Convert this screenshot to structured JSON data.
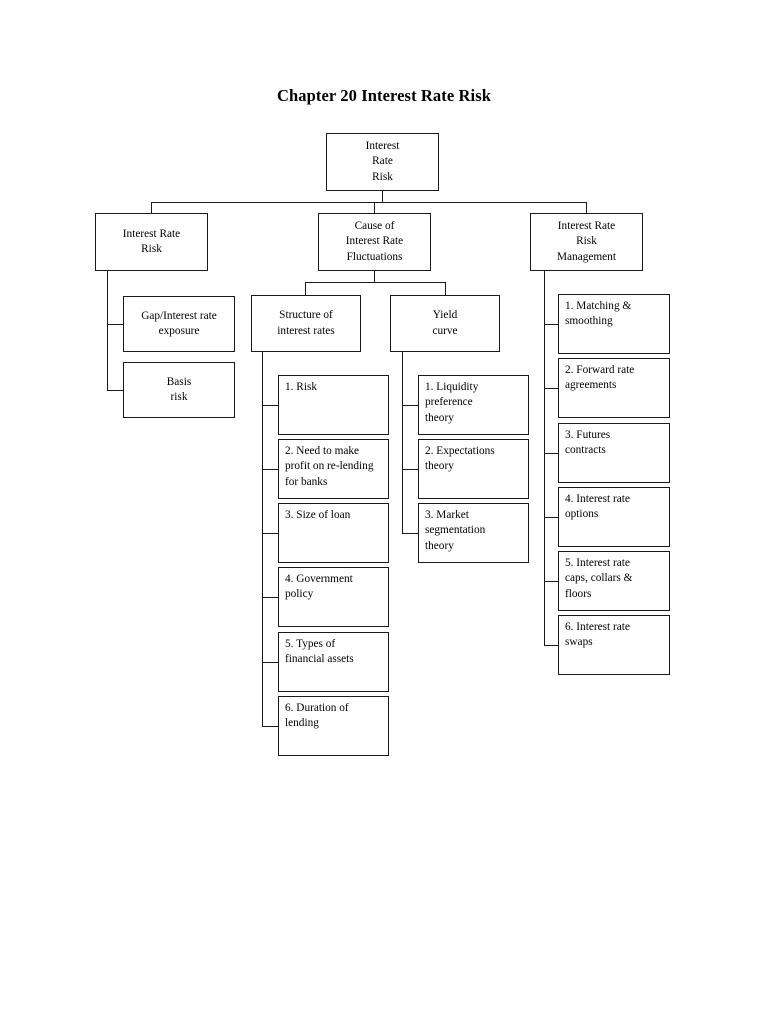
{
  "document": {
    "title": "Chapter 20 Interest Rate Risk"
  },
  "diagram": {
    "type": "tree-org-chart",
    "root": {
      "label": "Interest\nRate\nRisk"
    },
    "level2": [
      {
        "label": "Interest Rate\nRisk"
      },
      {
        "label": "Cause of\nInterest Rate\nFluctuations"
      },
      {
        "label": "Interest Rate\nRisk\nManagement"
      }
    ],
    "branch_left": {
      "children": [
        {
          "label": "Gap/Interest rate\nexposure"
        },
        {
          "label": "Basis\nrisk"
        }
      ]
    },
    "branch_center": {
      "children": [
        {
          "label": "Structure of\ninterest rates"
        },
        {
          "label": "Yield\ncurve"
        }
      ]
    },
    "structure_items": [
      {
        "label": "1. Risk"
      },
      {
        "label": "2. Need to make\nprofit on re-lending\nfor banks"
      },
      {
        "label": "3. Size of loan"
      },
      {
        "label": "4. Government\npolicy"
      },
      {
        "label": "5. Types of\nfinancial assets"
      },
      {
        "label": "6. Duration of\nlending"
      }
    ],
    "yield_items": [
      {
        "label": "1. Liquidity\npreference\ntheory"
      },
      {
        "label": "2. Expectations\ntheory"
      },
      {
        "label": "3. Market\nsegmentation\ntheory"
      }
    ],
    "management_items": [
      {
        "label": "1. Matching &\nsmoothing"
      },
      {
        "label": "2. Forward rate\nagreements"
      },
      {
        "label": "3. Futures\ncontracts"
      },
      {
        "label": "4. Interest rate\noptions"
      },
      {
        "label": "5. Interest rate\ncaps, collars &\nfloors"
      },
      {
        "label": "6. Interest rate\nswaps"
      }
    ]
  },
  "colors": {
    "stroke": "#1a1a1a",
    "background": "#ffffff",
    "text": "#000000"
  }
}
